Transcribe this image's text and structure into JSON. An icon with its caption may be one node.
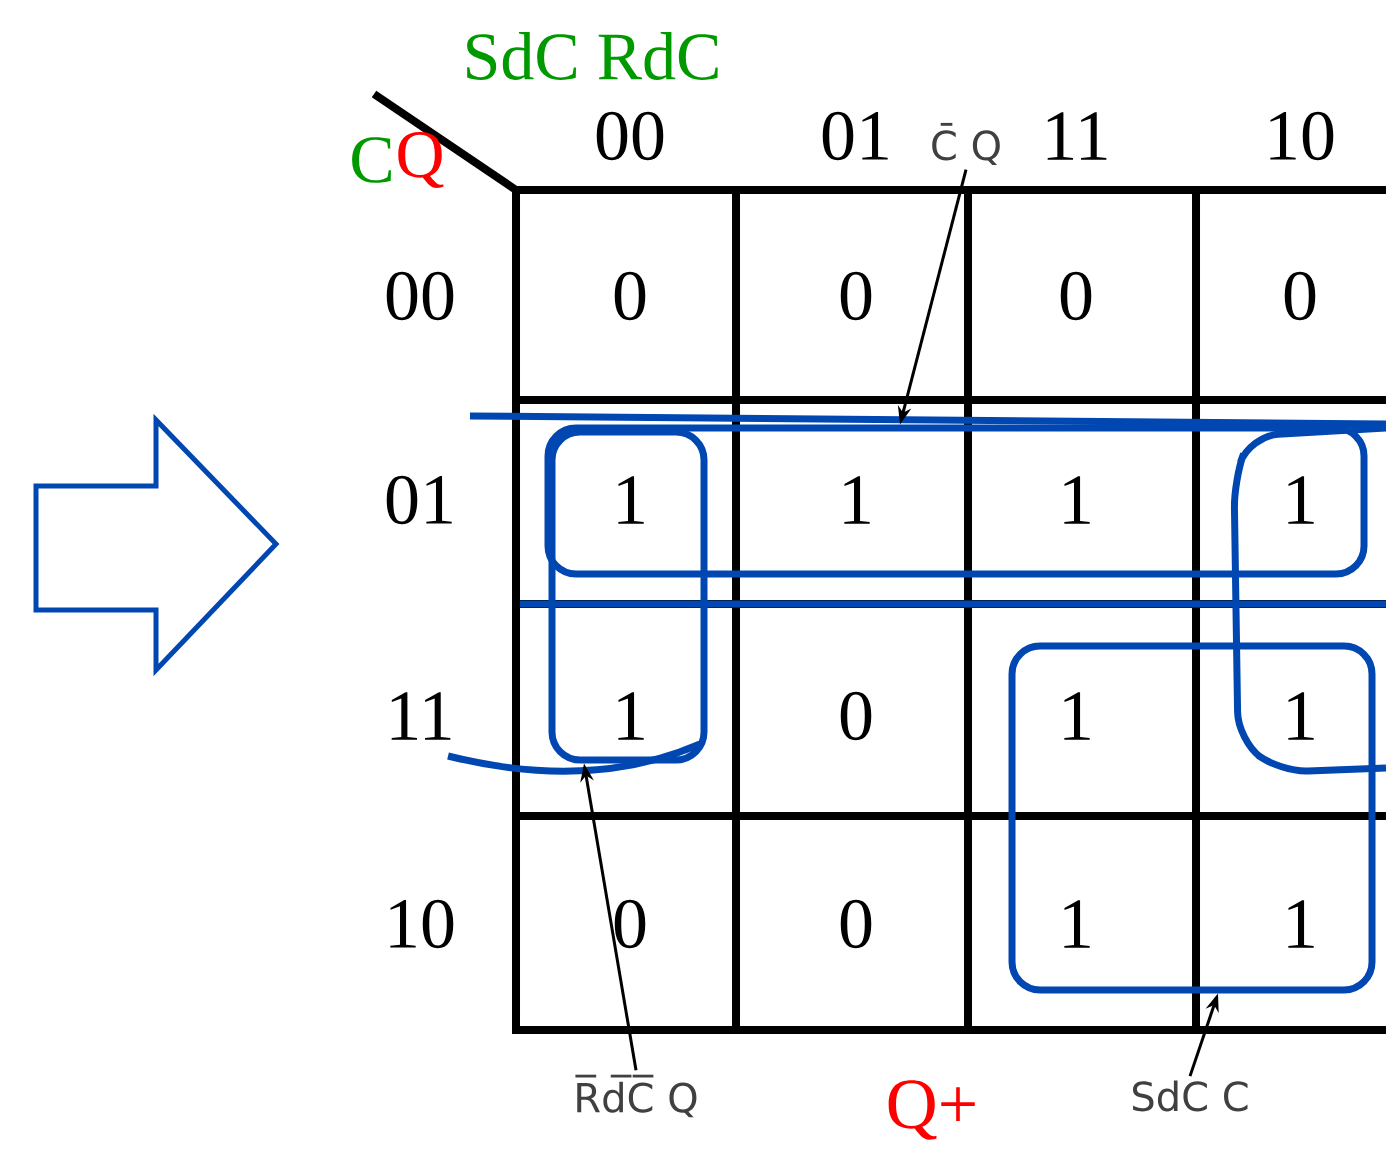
{
  "diagram": {
    "nodes": [
      {
        "text": [
          "C̄ Q"
        ]
      },
      {
        "text": [],
        "shape": "box"
      },
      {
        "text": [
          "R̅d̅C̅ Q"
        ]
      },
      {
        "text": [],
        "shape": "box"
      },
      {
        "text": [
          "SdC C"
        ]
      },
      {
        "text": [],
        "shape": "box"
      }
    ],
    "edges": [
      {
        "from": 0,
        "to": 1,
        "arrow": "to"
      },
      {
        "from": 2,
        "to": 3,
        "arrow": "to"
      },
      {
        "from": 4,
        "to": 5,
        "arrow": "to"
      }
    ],
    "labels": [
      "SdC RdC",
      "C",
      "Q",
      "00",
      "01",
      "11",
      "10",
      "00",
      "0",
      "0",
      "0",
      "0",
      "01",
      "1",
      "1",
      "1",
      "1",
      "11",
      "1",
      "0",
      "1",
      "1",
      "10",
      "0",
      "0",
      "1",
      "1",
      "Q+"
    ]
  }
}
